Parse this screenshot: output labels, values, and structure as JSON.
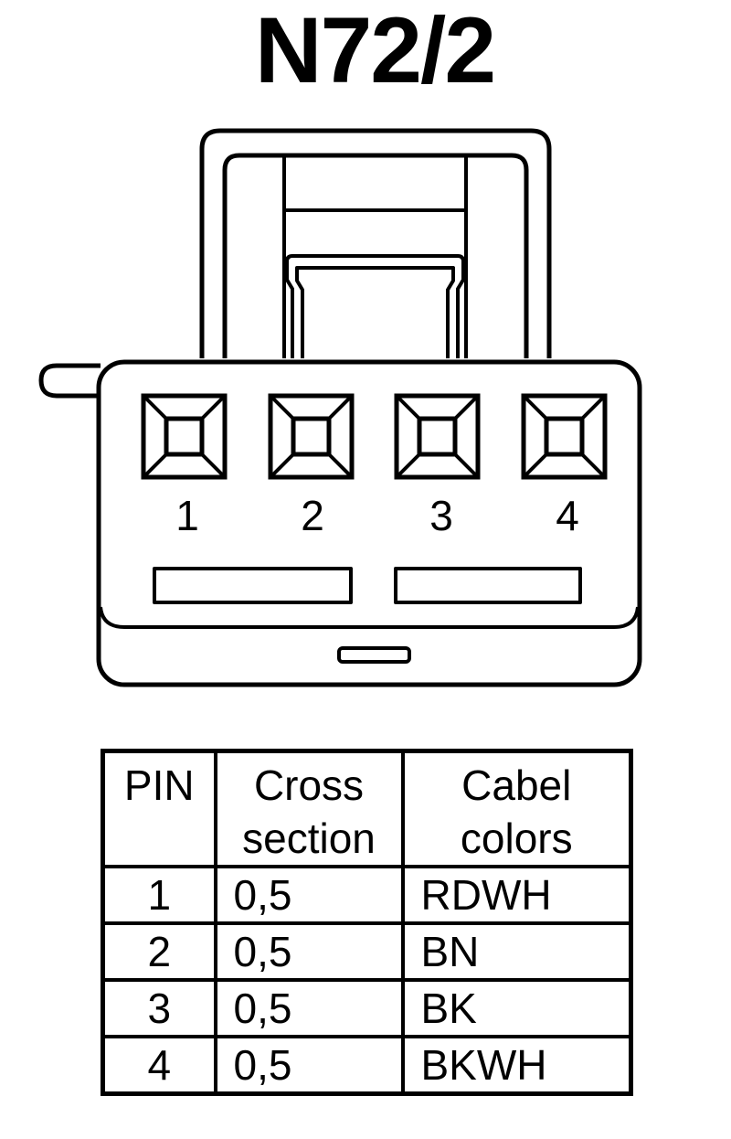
{
  "title": "N72/2",
  "connector": {
    "pin_labels": [
      "1",
      "2",
      "3",
      "4"
    ]
  },
  "table": {
    "headers": {
      "pin": "PIN",
      "cross_section": [
        "Cross",
        "section"
      ],
      "cable_colors": [
        "Cabel",
        "colors"
      ]
    },
    "rows": [
      {
        "pin": "1",
        "cross_section": "0,5",
        "color": "RDWH"
      },
      {
        "pin": "2",
        "cross_section": "0,5",
        "color": "BN"
      },
      {
        "pin": "3",
        "cross_section": "0,5",
        "color": "BK"
      },
      {
        "pin": "4",
        "cross_section": "0,5",
        "color": "BKWH"
      }
    ]
  }
}
